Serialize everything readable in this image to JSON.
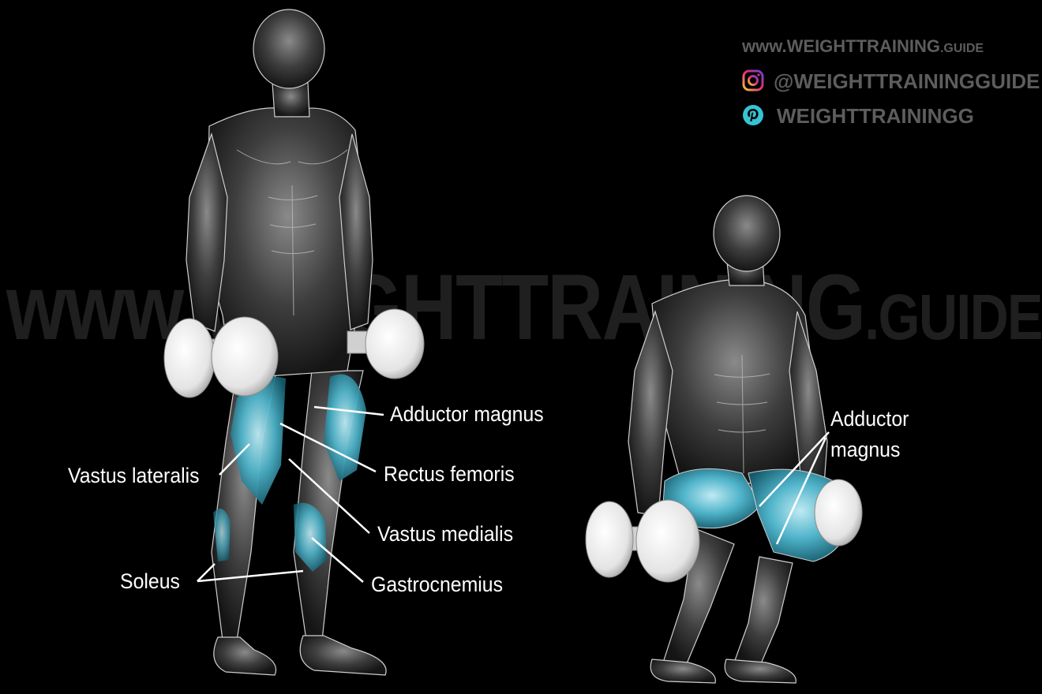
{
  "watermark": {
    "main": "www.WEIGHTTRAINING",
    "suffix": ".GUIDE"
  },
  "branding": {
    "site_main": "www.WEIGHTTRAINING",
    "site_suffix": ".GUIDE",
    "instagram_handle": "@WEIGHTTRAININGGUIDE",
    "pinterest_handle": "WEIGHTTRAININGG",
    "instagram_icon": "instagram-icon",
    "pinterest_icon": "pinterest-icon"
  },
  "labels": {
    "adductor_magnus": "Adductor magnus",
    "rectus_femoris": "Rectus femoris",
    "vastus_lateralis": "Vastus lateralis",
    "vastus_medialis": "Vastus medialis",
    "soleus": "Soleus",
    "gastrocnemius": "Gastrocnemius",
    "adductor_line1": "Adductor",
    "adductor_line2": "magnus"
  },
  "colors": {
    "background": "#000000",
    "highlight_muscle": "#4fb3c9",
    "label_text": "#ffffff",
    "brand_text": "#5d5d5d",
    "pinterest": "#36c3d3"
  }
}
